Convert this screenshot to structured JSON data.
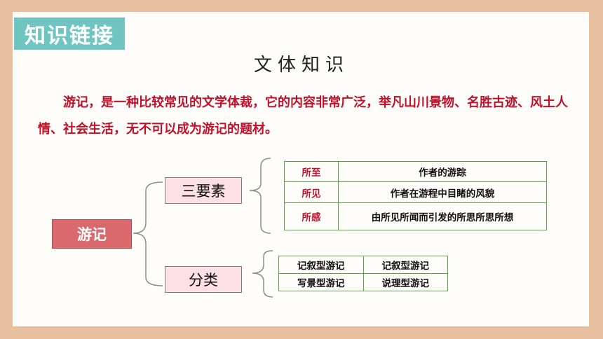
{
  "badge": "知识链接",
  "title": "文体知识",
  "paragraph": "游记，是一种比较常见的文学体裁，它的内容非常广泛，举凡山川景物、名胜古迹、风土人情、社会生活，无不可以成为游记的题材。",
  "tree": {
    "root": "游记",
    "branches": [
      {
        "label": "三要素",
        "rows": [
          {
            "key": "所至",
            "value": "作者的游踪"
          },
          {
            "key": "所见",
            "value": "作者在游程中目睹的风貌"
          },
          {
            "key": "所感",
            "value": "由所见所闻而引发的所思所思所想"
          }
        ]
      },
      {
        "label": "分类",
        "grid": [
          [
            "记叙型游记",
            "记叙型游记"
          ],
          [
            "写景型游记",
            "说理型游记"
          ]
        ]
      }
    ]
  },
  "colors": {
    "frame": "#e8bf9f",
    "badge": "#6fc5c2",
    "accent_red": "#c0112b",
    "root_fill": "#d9696d",
    "category_fill": "#fce0e6",
    "table_border": "#5aa545"
  }
}
